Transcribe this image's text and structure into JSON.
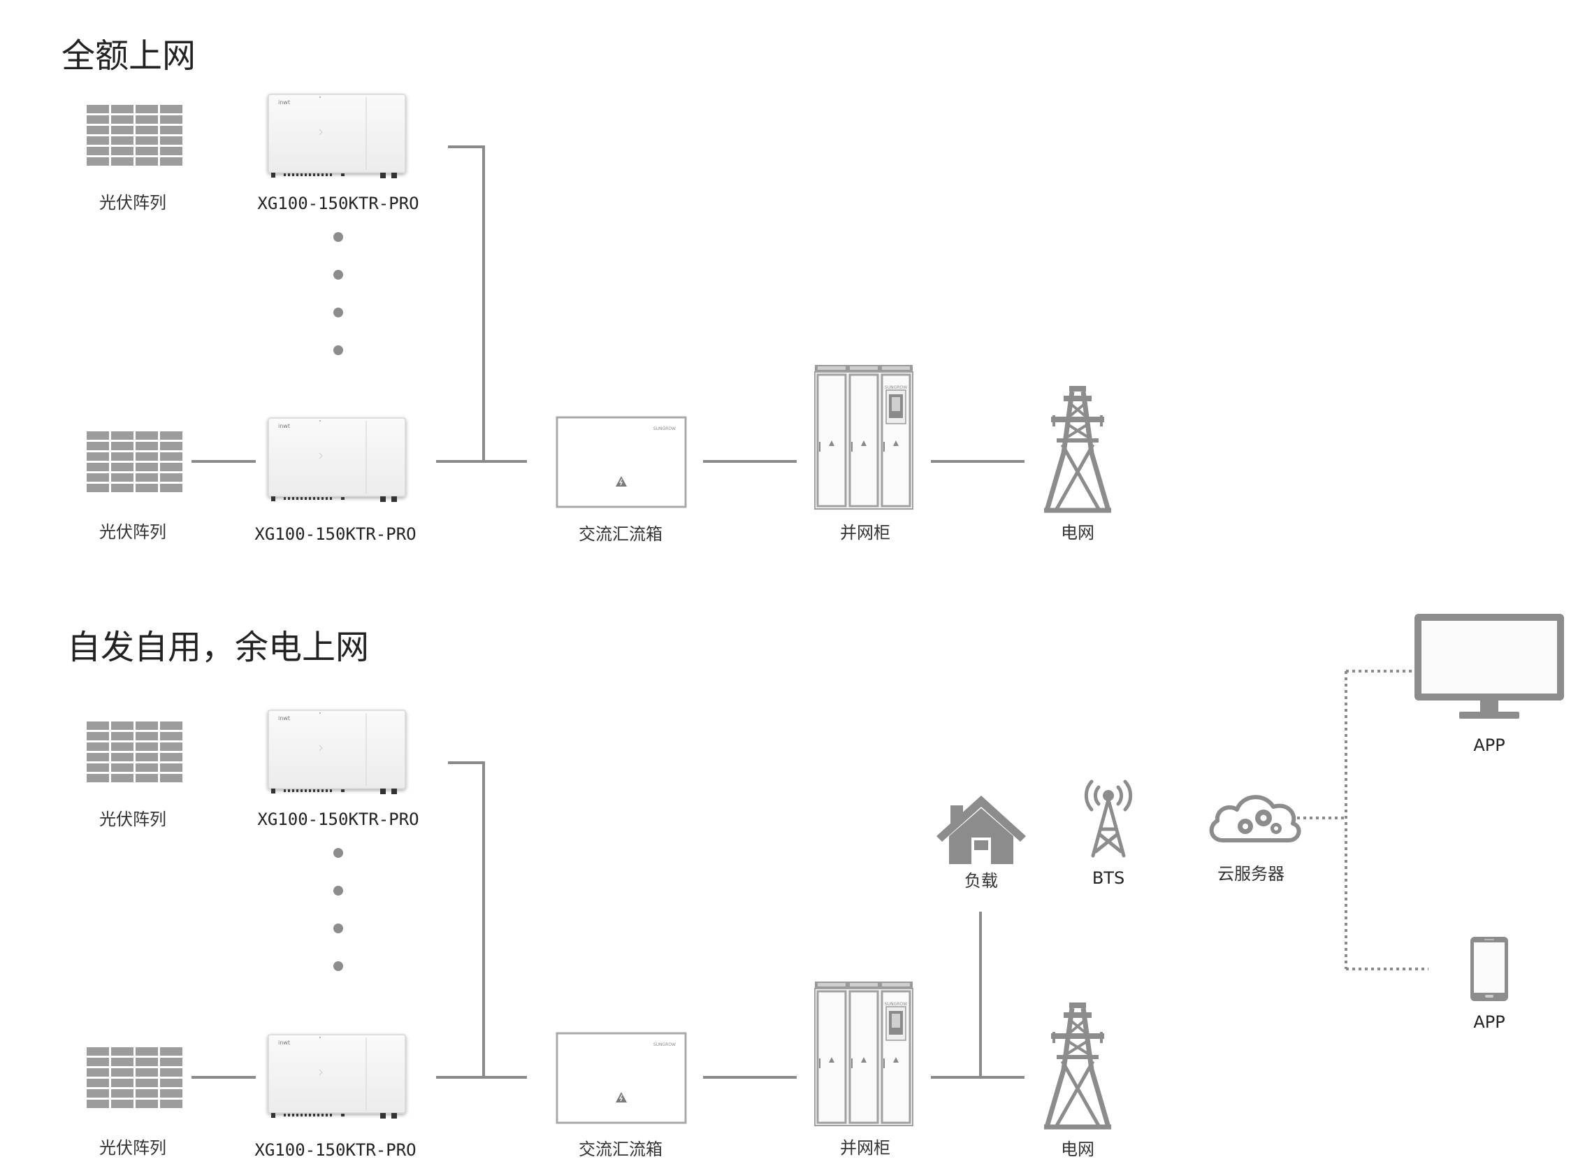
{
  "colors": {
    "wire": "#8a8a8a",
    "panel": "#9c9c9c",
    "equipment_edge": "#aaaaaa",
    "icon": "#8c8c8c",
    "text": "#222222"
  },
  "sections": [
    {
      "title": "全额上网",
      "rows": [
        {
          "panel_label": "光伏阵列",
          "inverter_label": "XG100-150KTR-PRO",
          "inverter_brand": "inwt"
        },
        {
          "panel_label": "光伏阵列",
          "inverter_label": "XG100-150KTR-PRO",
          "inverter_brand": "inwt"
        }
      ],
      "combiner_label": "交流汇流箱",
      "combiner_brand": "SUNGROW",
      "cabinet_label": "并网柜",
      "cabinet_brand": "SUNGROW",
      "grid_label": "电网"
    },
    {
      "title": "自发自用，余电上网",
      "rows": [
        {
          "panel_label": "光伏阵列",
          "inverter_label": "XG100-150KTR-PRO",
          "inverter_brand": "inwt"
        },
        {
          "panel_label": "光伏阵列",
          "inverter_label": "XG100-150KTR-PRO",
          "inverter_brand": "inwt"
        }
      ],
      "combiner_label": "交流汇流箱",
      "combiner_brand": "SUNGROW",
      "cabinet_label": "并网柜",
      "cabinet_brand": "SUNGROW",
      "grid_label": "电网",
      "load_label": "负载",
      "bts_label": "BTS",
      "cloud_label": "云服务器",
      "monitor_label": "APP",
      "phone_label": "APP"
    }
  ]
}
